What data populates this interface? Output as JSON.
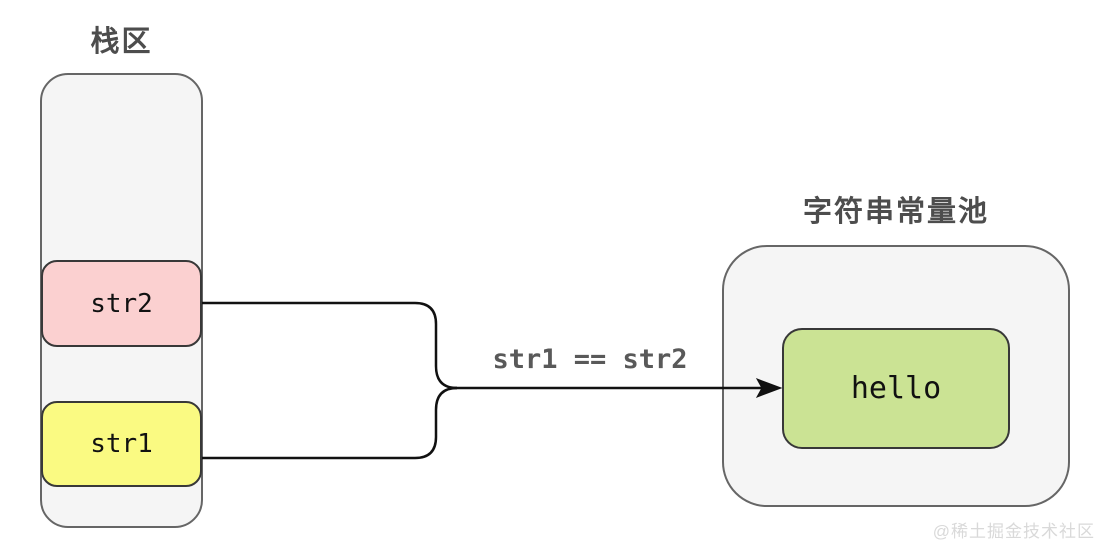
{
  "stack": {
    "title": "栈区",
    "items": [
      {
        "label": "str2",
        "color": "#fbd0d0"
      },
      {
        "label": "str1",
        "color": "#fafa82"
      }
    ]
  },
  "pool": {
    "title": "字符串常量池",
    "items": [
      {
        "label": "hello",
        "color": "#cbe394"
      }
    ]
  },
  "arrow": {
    "label": "str1 == str2"
  },
  "watermark": "@稀土掘金技术社区",
  "colors": {
    "container_fill": "#f5f5f5",
    "container_border": "#666666",
    "box_border": "#383838",
    "connector": "#111111",
    "arrow_label_text": "#595959",
    "region_title_text": "#4d4d4d",
    "watermark_text": "#d9d9d9",
    "background": "#ffffff"
  }
}
